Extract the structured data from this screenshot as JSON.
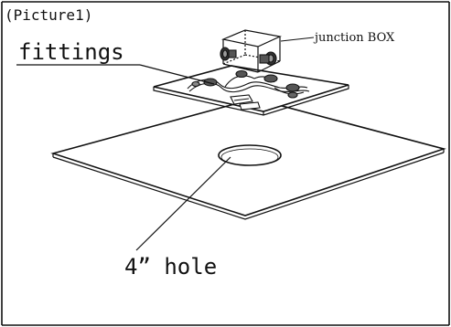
{
  "figure": {
    "caption": "(Picture1)",
    "labels": {
      "fittings": "fittings",
      "junction_box": "junction BOX",
      "hole": "4” hole"
    }
  },
  "colors": {
    "ink": "#111111",
    "background": "#ffffff",
    "panel_fill": "#ffffff"
  }
}
